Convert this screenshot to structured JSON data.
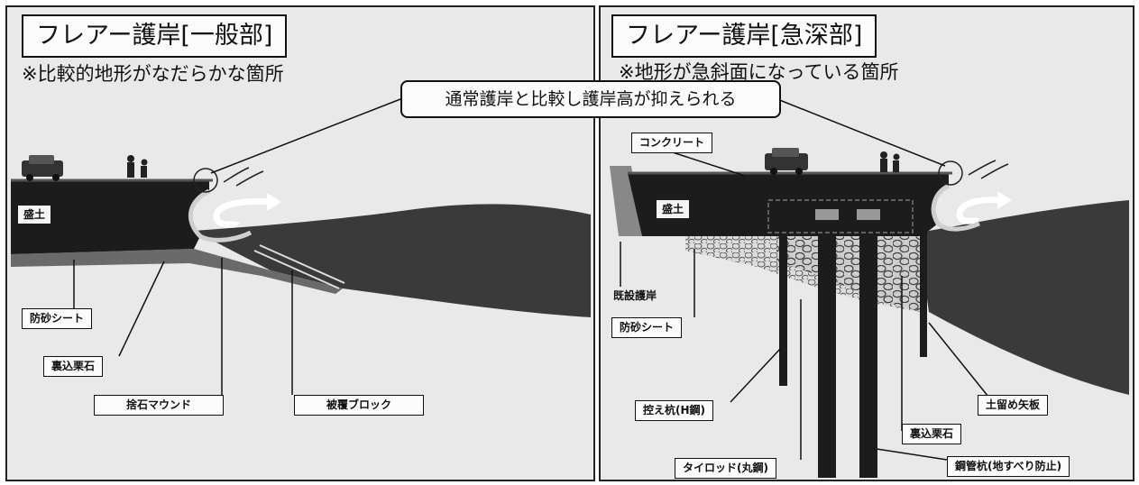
{
  "left_panel": {
    "title": "フレアー護岸[一般部]",
    "subtitle": "※比較的地形がなだらかな箇所",
    "fill_label": "盛土",
    "labels": {
      "sand_sheet": "防砂シート",
      "backfill_stone": "裏込栗石",
      "rubble_mound": "捨石マウンド",
      "armor_block": "被覆ブロック"
    }
  },
  "right_panel": {
    "title": "フレアー護岸[急深部]",
    "subtitle": "※地形が急斜面になっている箇所",
    "fill_label": "盛土",
    "labels": {
      "concrete": "コンクリート",
      "existing_revetment": "既設護岸",
      "sand_sheet": "防砂シート",
      "brace_pile": "控え杭(H鋼)",
      "tie_rod": "タイロッド(丸鋼)",
      "steel_pipe_pile": "鋼管杭(地すべり防止)",
      "backfill_stone": "裏込栗石",
      "sheet_pile": "土留め矢板"
    }
  },
  "banner": "通常護岸と比較し護岸高が抑えられる"
}
